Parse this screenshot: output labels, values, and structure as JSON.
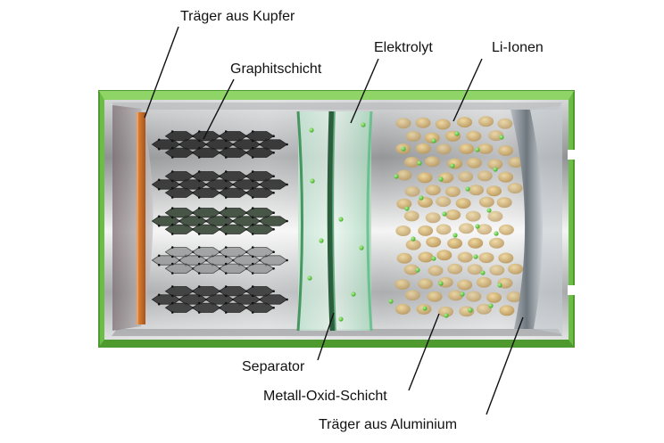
{
  "labels": {
    "traeger_kupfer": "Träger aus Kupfer",
    "graphitschicht": "Graphitschicht",
    "elektrolyt": "Elektrolyt",
    "li_ionen": "Li-Ionen",
    "separator": "Separator",
    "metall_oxid": "Metall-Oxid-Schicht",
    "traeger_aluminium": "Träger aus Aluminium"
  },
  "colors": {
    "casing": "#7cc653",
    "casing_dark": "#5fa73b",
    "copper": "#d2722b",
    "graphite": "#3b3b3b",
    "separator": "#2e7d46",
    "ion_particle": "#5dc93a",
    "metal_oxide": "#d8b978",
    "aluminium": "#8d959c"
  }
}
